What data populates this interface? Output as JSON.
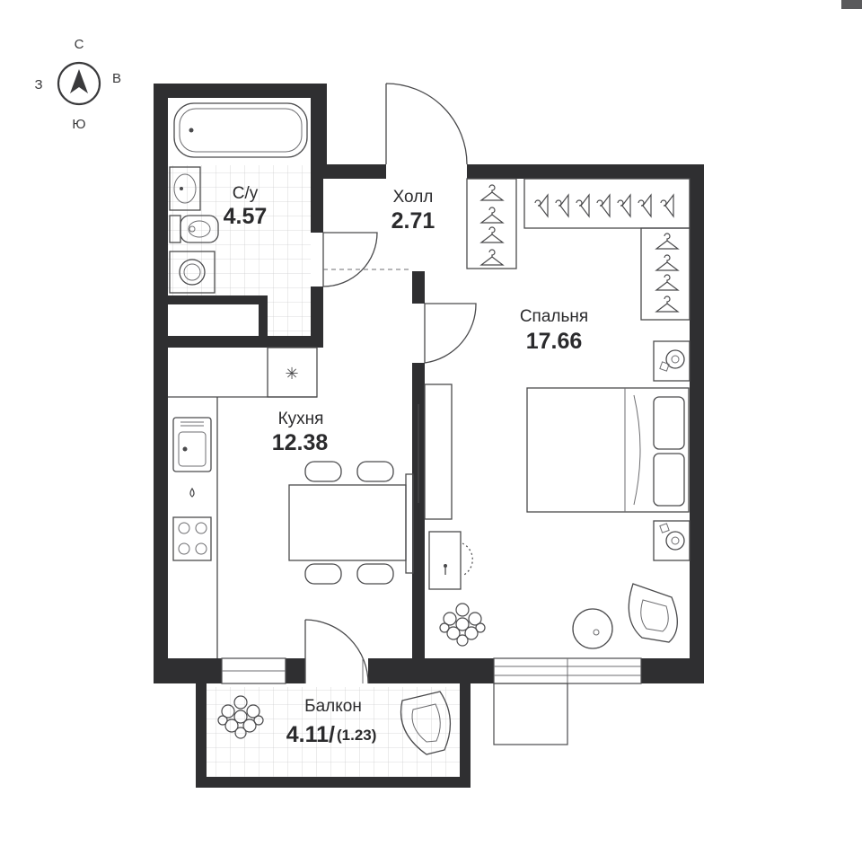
{
  "compass": {
    "north": "С",
    "south": "Ю",
    "west": "З",
    "east": "В"
  },
  "rooms": {
    "bathroom": {
      "name": "С/у",
      "area": "4.57"
    },
    "hall": {
      "name": "Холл",
      "area": "2.71"
    },
    "bedroom": {
      "name": "Спальня",
      "area": "17.66"
    },
    "kitchen": {
      "name": "Кухня",
      "area": "12.38"
    },
    "balcony": {
      "name": "Балкон",
      "area": "4.11/",
      "area_reduced": "(1.23)"
    }
  },
  "colors": {
    "wall": "#2f2f31",
    "line": "#4a4a4c",
    "tile": "#c9c9cb",
    "background": "#ffffff"
  }
}
